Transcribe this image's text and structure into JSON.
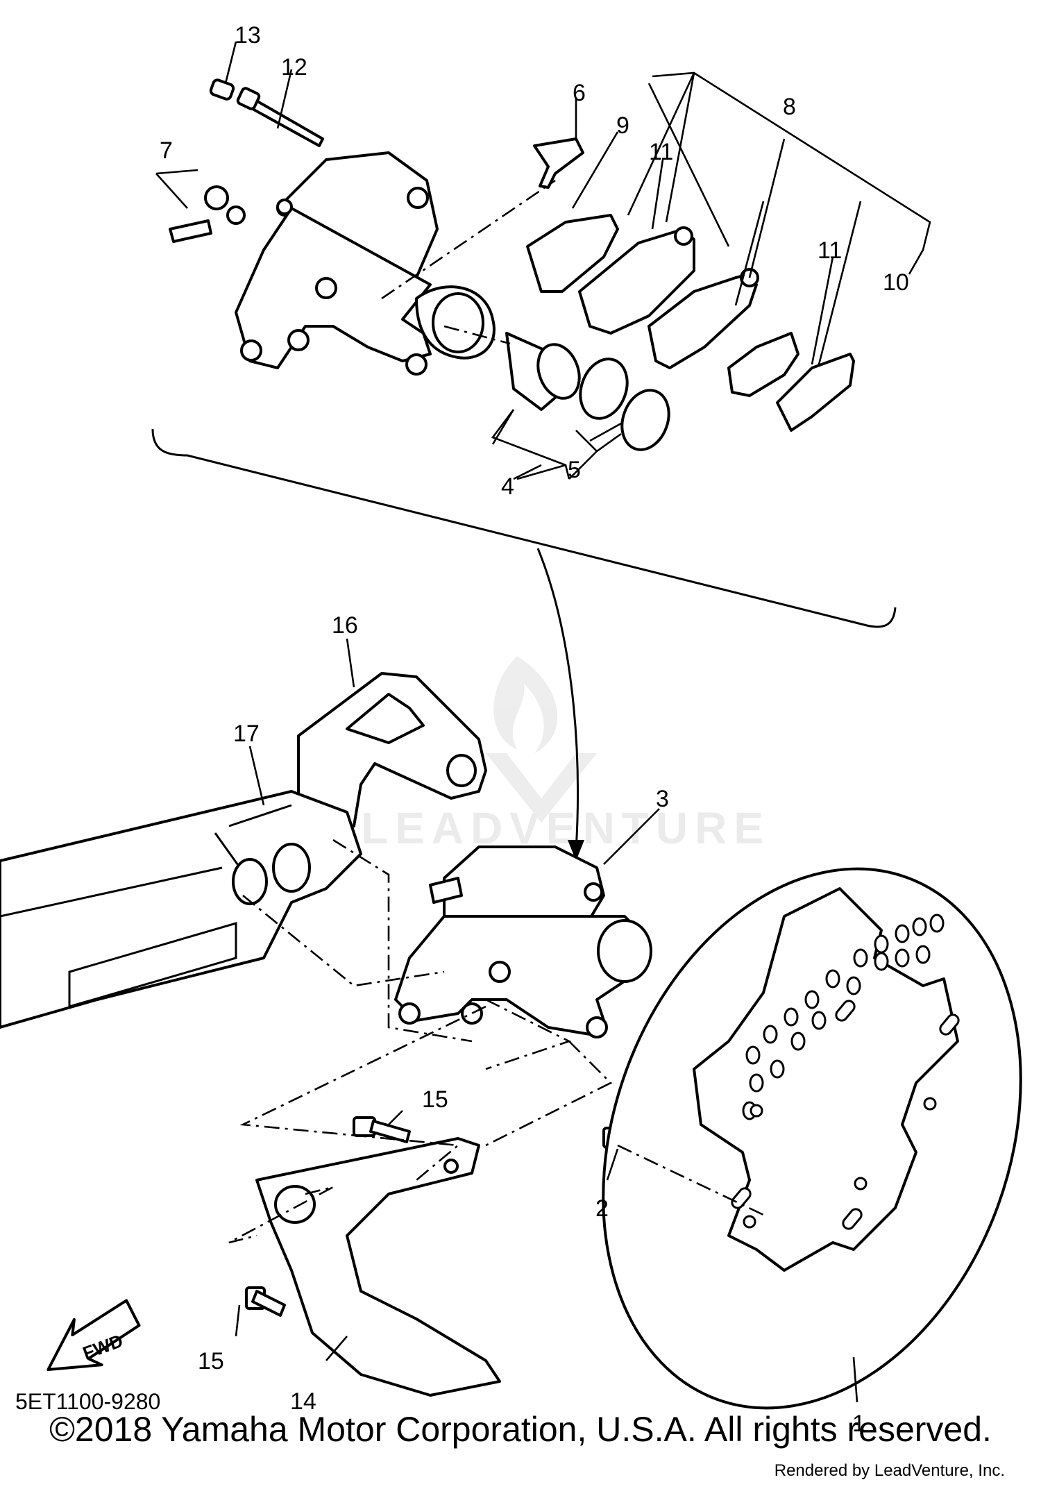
{
  "diagram": {
    "watermark": "LEADVENTURE",
    "diagram_code": "5ET1100-9280",
    "fwd_label": "FWD",
    "callouts": [
      "13",
      "12",
      "7",
      "6",
      "9",
      "11",
      "8",
      "11",
      "10",
      "4",
      "5",
      "16",
      "17",
      "3",
      "15",
      "2",
      "15",
      "14",
      "1"
    ]
  },
  "footer": {
    "copyright": "©2018 Yamaha Motor Corporation, U.S.A. All rights reserved.",
    "rendered_by": "Rendered by LeadVenture, Inc."
  }
}
